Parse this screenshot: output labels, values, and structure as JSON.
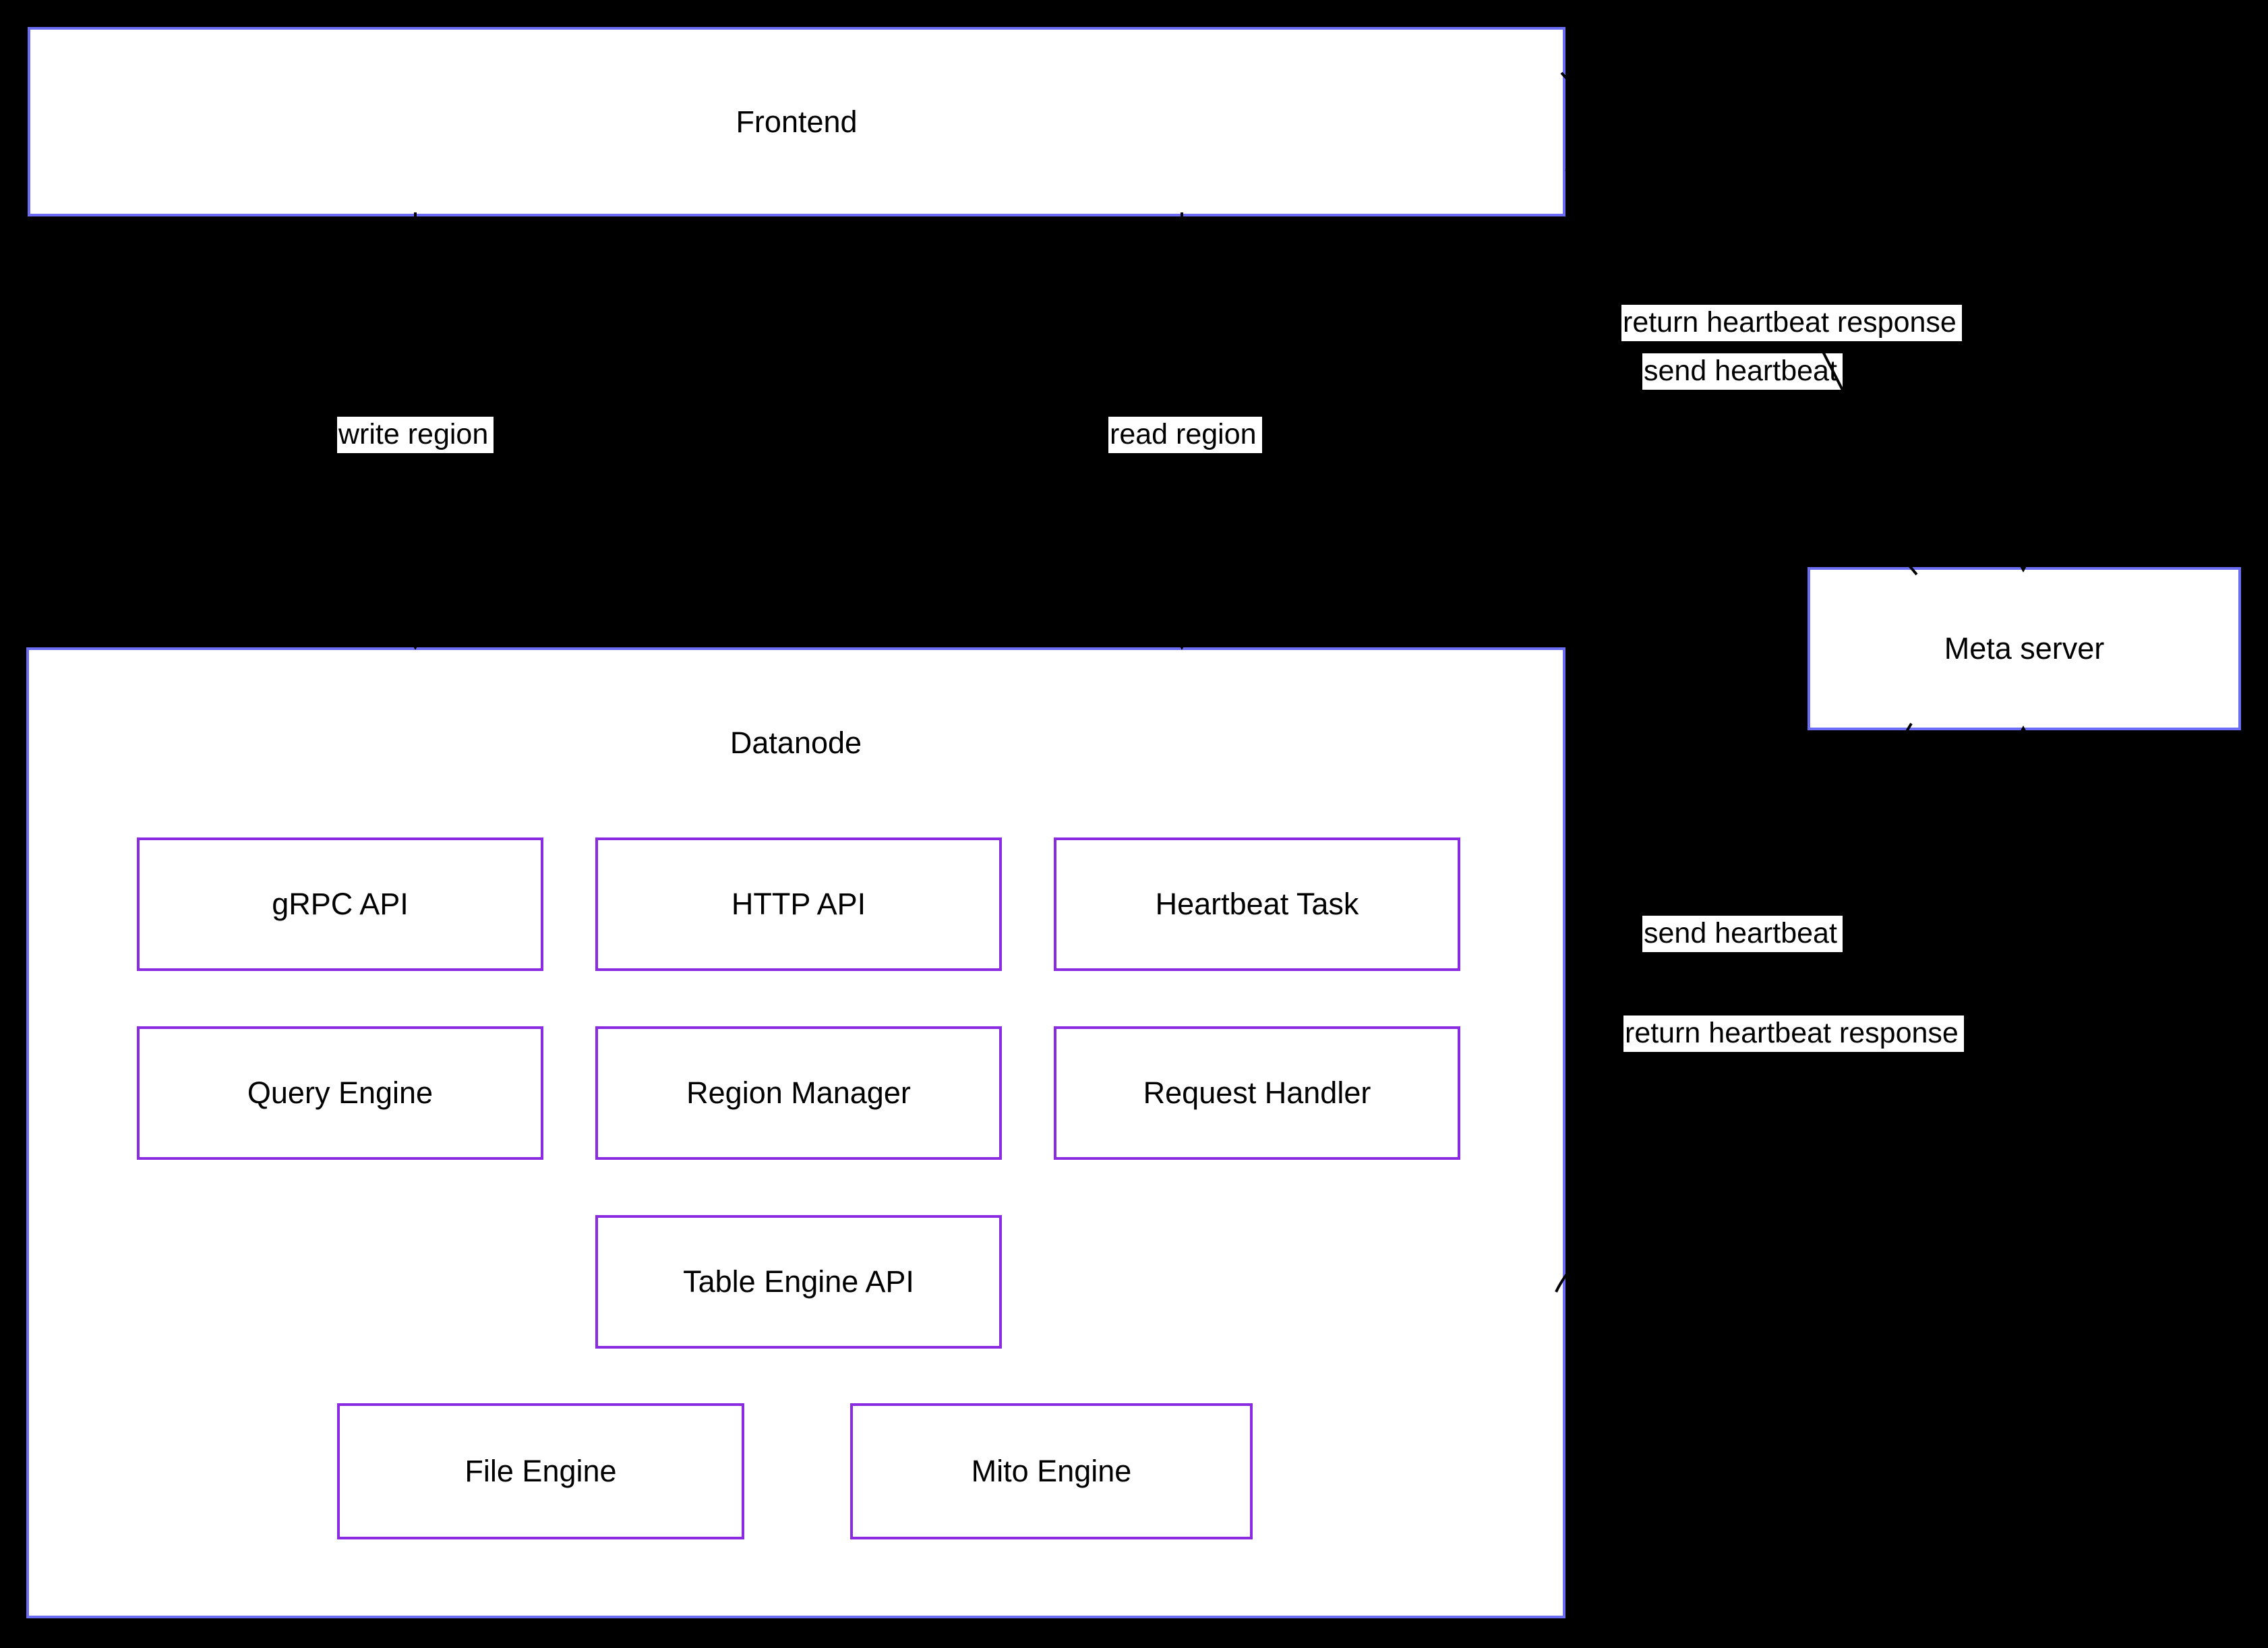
{
  "diagram": {
    "background": "#000000",
    "colors": {
      "container_border": "#6b6ef5",
      "component_border": "#8a2be2",
      "node_fill": "#ffffff",
      "text": "#000000",
      "edge": "#000000",
      "edge_label_bg": "#ffffff"
    },
    "nodes": {
      "frontend": {
        "label": "Frontend"
      },
      "datanode": {
        "label": "Datanode"
      },
      "meta_server": {
        "label": "Meta server"
      }
    },
    "components": {
      "grpc_api": {
        "label": "gRPC API"
      },
      "http_api": {
        "label": "HTTP API"
      },
      "heartbeat_task": {
        "label": "Heartbeat Task"
      },
      "query_engine": {
        "label": "Query Engine"
      },
      "region_manager": {
        "label": "Region Manager"
      },
      "request_handler": {
        "label": "Request Handler"
      },
      "table_engine_api": {
        "label": "Table Engine API"
      },
      "file_engine": {
        "label": "File Engine"
      },
      "mito_engine": {
        "label": "Mito Engine"
      }
    },
    "edge_labels": {
      "write_region": "write region",
      "read_region": "read region",
      "send_heartbeat_top": "send heartbeat",
      "return_heartbeat_top": "return heartbeat response",
      "send_heartbeat_bottom": "send heartbeat",
      "return_heartbeat_bottom": "return heartbeat response"
    },
    "edges": [
      {
        "source": "Frontend",
        "target": "Datanode",
        "label": "write region"
      },
      {
        "source": "Frontend",
        "target": "Datanode",
        "label": "read region"
      },
      {
        "source": "Frontend",
        "target": "Meta server",
        "label": "send heartbeat"
      },
      {
        "source": "Meta server",
        "target": "Frontend",
        "label": "return heartbeat response"
      },
      {
        "source": "Datanode",
        "target": "Meta server",
        "label": "send heartbeat"
      },
      {
        "source": "Meta server",
        "target": "Datanode",
        "label": "return heartbeat response"
      }
    ]
  }
}
